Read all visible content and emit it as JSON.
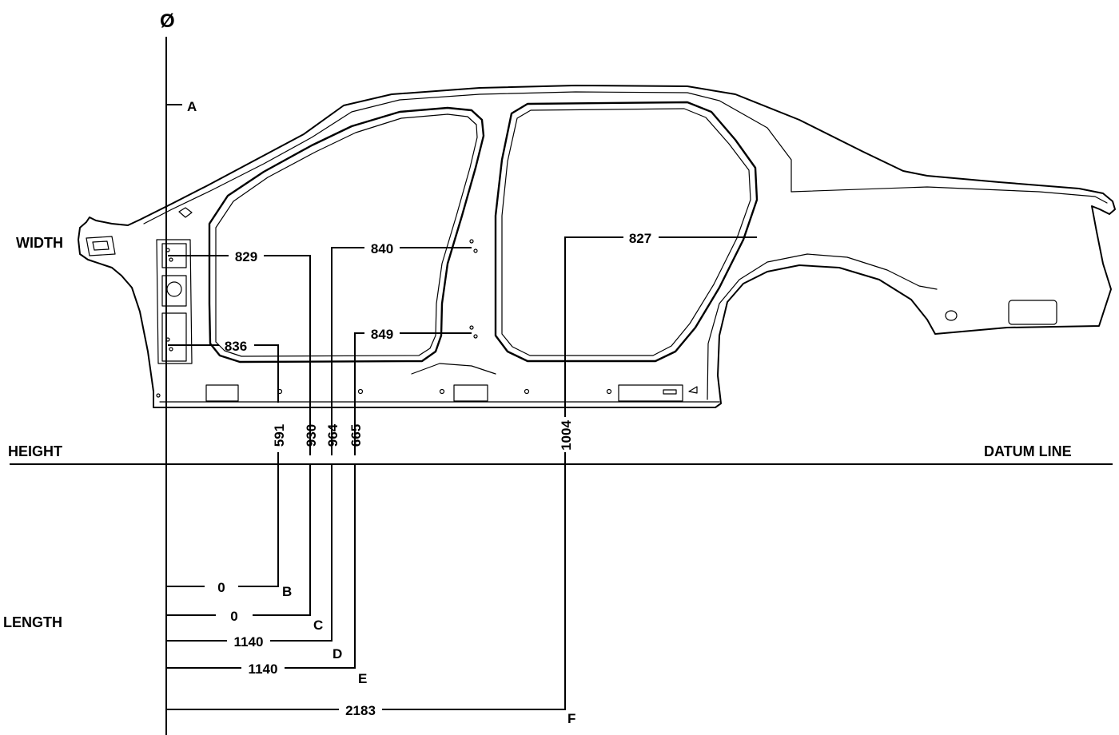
{
  "labels": {
    "origin": "Ø",
    "width": "WIDTH",
    "height": "HEIGHT",
    "length": "LENGTH",
    "datum_line": "DATUM LINE"
  },
  "points": {
    "a": "A",
    "b": "B",
    "c": "C",
    "d": "D",
    "e": "E",
    "f": "F"
  },
  "width_dims": {
    "w829": "829",
    "w836": "836",
    "w840": "840",
    "w849": "849",
    "w827": "827"
  },
  "height_dims": {
    "h591": "591",
    "h930": "930",
    "h964": "964",
    "h665": "665",
    "h1004": "1004"
  },
  "length_dims": {
    "lb": "0",
    "lc": "0",
    "ld": "1140",
    "le": "1140",
    "lf": "2183"
  }
}
